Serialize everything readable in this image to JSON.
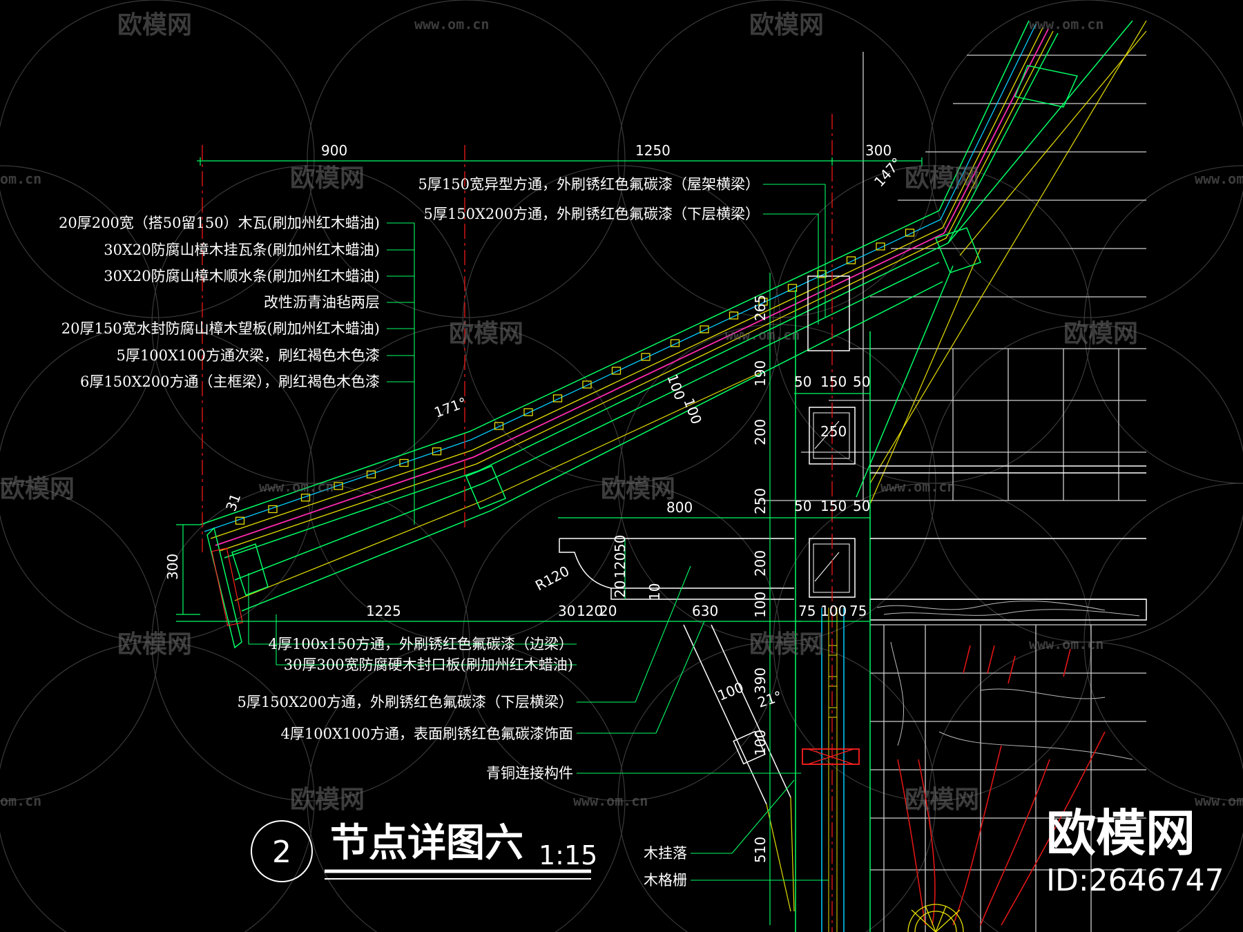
{
  "drawing": {
    "number": "2",
    "title": "节点详图六",
    "scale": "1:15"
  },
  "brand": {
    "logo": "欧模网",
    "id": "ID:2646747"
  },
  "watermark": {
    "logo": "欧模网",
    "url": "www.om.cn",
    "url_short": "om.cn"
  },
  "annotations_left": [
    "20厚200宽（搭50留150）木瓦(刷加州红木蜡油)",
    "30X20防腐山樟木挂瓦条(刷加州红木蜡油)",
    "30X20防腐山樟木顺水条(刷加州红木蜡油)",
    "改性沥青油毡两层",
    "20厚150宽水封防腐山樟木望板(刷加州红木蜡油)",
    "5厚100X100方通次梁，刷红褐色木色漆",
    "6厚150X200方通（主框梁），刷红褐色木色漆"
  ],
  "annotations_top": [
    "5厚150宽异型方通，外刷锈红色氟碳漆（屋架横梁）",
    "5厚150X200方通，外刷锈红色氟碳漆（下层横梁）"
  ],
  "annotations_bottom": [
    "4厚100x150方通，外刷锈红色氟碳漆（边梁）",
    "30厚300宽防腐硬木封口板(刷加州红木蜡油)",
    "5厚150X200方通，外刷锈红色氟碳漆（下层横梁）",
    "4厚100X100方通，表面刷锈红色氟碳漆饰面",
    "青铜连接构件",
    "木挂落",
    "木格栅"
  ],
  "dimensions": {
    "top": [
      "900",
      "1250",
      "300"
    ],
    "bottom": [
      "1225",
      "30",
      "120",
      "20",
      "630"
    ],
    "column_h1": [
      "50",
      "150",
      "50"
    ],
    "column_h2": [
      "50",
      "150",
      "50"
    ],
    "column_h3": [
      "75",
      "100",
      "75"
    ],
    "column_v": [
      "265",
      "190",
      "200",
      "250",
      "200",
      "100",
      "390",
      "100",
      "510"
    ],
    "box": "250",
    "slope": [
      "100",
      "100"
    ],
    "angles": [
      "171°",
      "147°",
      "21°"
    ],
    "eave_height": "300",
    "eave_depth": "31",
    "corbel_width": "800",
    "radius": "R120",
    "corbel_v": [
      "50",
      "120",
      "20",
      "10"
    ],
    "strut": "100"
  }
}
